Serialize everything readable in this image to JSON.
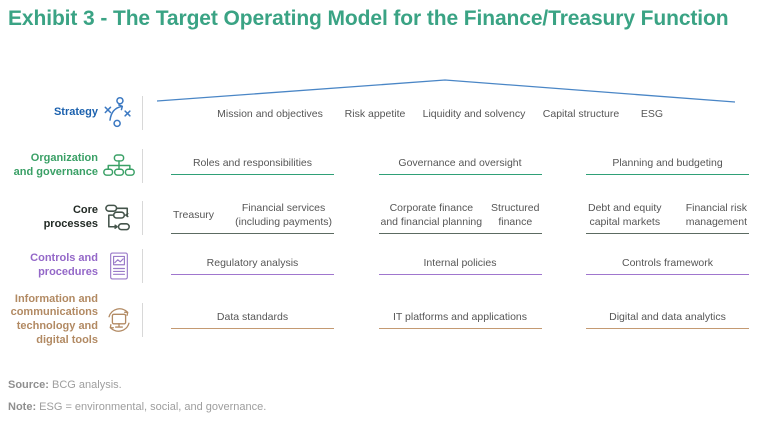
{
  "title": "Exhibit 3 - The Target Operating Model for the Finance/Treasury Function",
  "strategy": {
    "label": "Strategy",
    "items": [
      "Mission and objectives",
      "Risk appetite",
      "Liquidity and solvency",
      "Capital structure",
      "ESG"
    ]
  },
  "organization": {
    "label": "Organization\nand governance",
    "columns": [
      "Roles and responsibilities",
      "Governance and oversight",
      "Planning and budgeting"
    ]
  },
  "core": {
    "label": "Core\nprocesses",
    "columns": [
      {
        "left": "Treasury",
        "right": "Financial services\n(including payments)"
      },
      {
        "left": "Corporate finance\nand financial planning",
        "right": "Structured\nfinance"
      },
      {
        "left": "Debt and equity\ncapital markets",
        "right": "Financial risk\nmanagement"
      }
    ]
  },
  "controls": {
    "label": "Controls and\nprocedures",
    "columns": [
      "Regulatory analysis",
      "Internal policies",
      "Controls framework"
    ]
  },
  "ict": {
    "label": "Information and\ncommunications\ntechnology and\ndigital tools",
    "columns": [
      "Data standards",
      "IT platforms and applications",
      "Digital and data analytics"
    ]
  },
  "footer": {
    "source_label": "Source:",
    "source_text": " BCG analysis.",
    "note_label": "Note:",
    "note_text": " ESG = environmental, social, and governance."
  },
  "colors": {
    "title": "#3aa384",
    "strategy": "#1b61ae",
    "strategy-line": "#4a86c6",
    "organization": "#3aa066",
    "organization-line": "#2fa077",
    "core": "#232b26",
    "core-line": "#5c6b62",
    "controls": "#9468c8",
    "controls-line": "#a076ce",
    "ict": "#b28a63",
    "ict-line": "#c49a72",
    "text": "#565656",
    "muted": "#9e9e9e",
    "divider": "#d8d8d8"
  }
}
